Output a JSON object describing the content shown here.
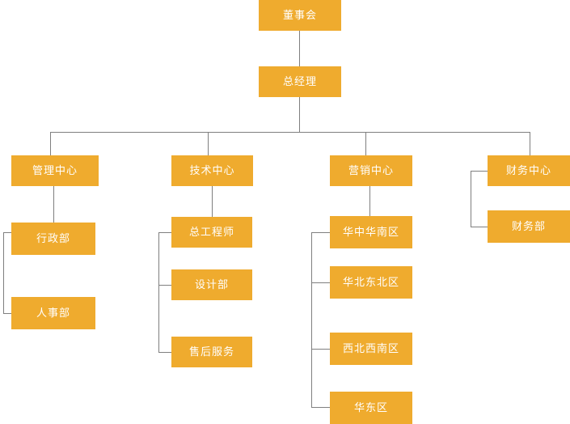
{
  "chart": {
    "type": "org-chart",
    "title": "",
    "theme": {
      "node_fill": "#efab2e",
      "node_text": "#ffffff",
      "connector": "#7f7f7f",
      "background": "#ffffff"
    },
    "nodes": {
      "board": {
        "label": "董事会"
      },
      "general_manager": {
        "label": "总经理"
      },
      "management_center": {
        "label": "管理中心"
      },
      "technology_center": {
        "label": "技术中心"
      },
      "marketing_center": {
        "label": "营销中心"
      },
      "finance_center": {
        "label": "财务中心"
      },
      "admin_dept": {
        "label": "行政部"
      },
      "hr_dept": {
        "label": "人事部"
      },
      "chief_engineer": {
        "label": "总工程师"
      },
      "design_dept": {
        "label": "设计部"
      },
      "aftersales_dept": {
        "label": "售后服务"
      },
      "region_central_south": {
        "label": "华中华南区"
      },
      "region_north_northeast": {
        "label": "华北东北区"
      },
      "region_northwest_southwest": {
        "label": "西北西南区"
      },
      "region_east": {
        "label": "华东区"
      },
      "finance_dept": {
        "label": "财务部"
      }
    },
    "hierarchy": [
      {
        "id": "board",
        "parent": null,
        "level": 0
      },
      {
        "id": "general_manager",
        "parent": "board",
        "level": 1
      },
      {
        "id": "management_center",
        "parent": "general_manager",
        "level": 2
      },
      {
        "id": "technology_center",
        "parent": "general_manager",
        "level": 2
      },
      {
        "id": "marketing_center",
        "parent": "general_manager",
        "level": 2
      },
      {
        "id": "finance_center",
        "parent": "general_manager",
        "level": 2
      },
      {
        "id": "admin_dept",
        "parent": "management_center",
        "level": 3
      },
      {
        "id": "hr_dept",
        "parent": "management_center",
        "level": 3
      },
      {
        "id": "chief_engineer",
        "parent": "technology_center",
        "level": 3
      },
      {
        "id": "design_dept",
        "parent": "technology_center",
        "level": 3
      },
      {
        "id": "aftersales_dept",
        "parent": "technology_center",
        "level": 3
      },
      {
        "id": "region_central_south",
        "parent": "marketing_center",
        "level": 3
      },
      {
        "id": "region_north_northeast",
        "parent": "marketing_center",
        "level": 3
      },
      {
        "id": "region_northwest_southwest",
        "parent": "marketing_center",
        "level": 3
      },
      {
        "id": "region_east",
        "parent": "marketing_center",
        "level": 3
      },
      {
        "id": "finance_dept",
        "parent": "finance_center",
        "level": 3
      }
    ]
  }
}
